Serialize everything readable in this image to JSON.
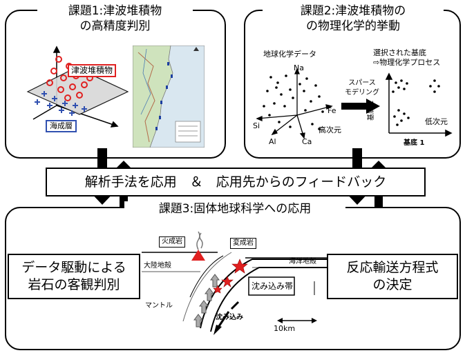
{
  "task1": {
    "title_line1": "課題1:津波堆積物",
    "title_line2": "の高精度判別",
    "label_tsunami": "津波堆積物",
    "label_marine": "海成層"
  },
  "task2": {
    "title_line1": "課題2:津波堆積物の",
    "title_line2": "の物理化学的挙動",
    "geochem_label": "地球化学データ",
    "axis_na": "Na",
    "axis_fe": "Fe",
    "axis_si": "Si",
    "axis_al": "Al",
    "axis_ca": "Ca",
    "highdim_label": "高次元",
    "sparse_line1": "スパース",
    "sparse_line2": "モデリング",
    "selected_line1": "選択された基底",
    "selected_line2": "⇨物理化学プロセス",
    "base2_label": "基底 2",
    "base1_label": "基底 1",
    "lowdim_label": "低次元"
  },
  "feedback": {
    "text": "解析手法を応用　＆　応用先からのフィードバック"
  },
  "task3": {
    "title": "課題3:固体地球科学への応用",
    "left_box_line1": "データ駆動による",
    "left_box_line2": "岩石の客観判別",
    "right_box_line1": "反応輸送方程式",
    "right_box_line2": "の決定",
    "igneous": "火成岩",
    "metamorphic": "変成岩",
    "continental_crust": "大陸地殻",
    "oceanic_crust": "海洋地殻",
    "mantle": "マントル",
    "subduction_zone": "沈み込み帯",
    "subduction": "沈み込み",
    "scale": "10km"
  },
  "colors": {
    "red": "#e02020",
    "blue": "#3050b0",
    "black": "#000000"
  }
}
